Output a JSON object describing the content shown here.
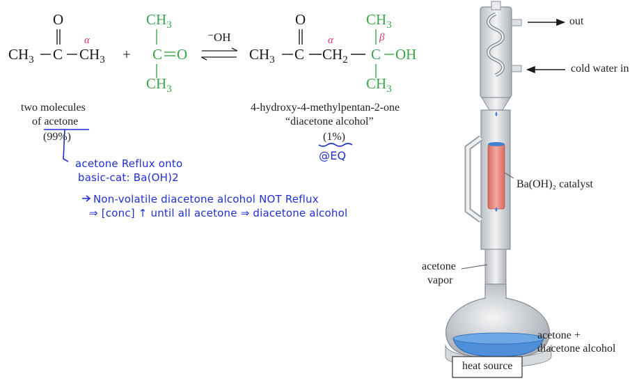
{
  "reaction": {
    "reactant1": {
      "o": "O",
      "ch3_left": "CH",
      "sub3": "3",
      "c": "C",
      "ch3_right": "CH",
      "alpha": "α"
    },
    "plus": "+",
    "reactant2": {
      "ch3_top": "CH",
      "c": "C",
      "eq_o": "O",
      "ch3_bottom": "CH"
    },
    "catalyst": "⁻OH",
    "product": {
      "o": "O",
      "ch3_left": "CH",
      "c": "C",
      "ch2": "CH",
      "sub2": "2",
      "c2": "C",
      "oh": "OH",
      "ch3_top": "CH",
      "ch3_bottom": "CH",
      "alpha": "α",
      "beta": "β"
    }
  },
  "labels": {
    "reactant_line1": "two molecules",
    "reactant_line2_prefix": "of ",
    "reactant_line2_word": "acetone",
    "reactant_pct": "(99%)",
    "product_line1": "4-hydroxy-4-methylpentan-2-one",
    "product_line2": "“diacetone alcohol”",
    "product_pct": "(1%)"
  },
  "handwritten": {
    "eq_note": "@EQ",
    "note1_line1": "acetone Reflux onto",
    "note1_line2": "basic-cat: Ba(OH)2",
    "note2_line1": "Non-volatile diacetone alcohol NOT Reflux",
    "note2_line2": "⇒ [conc] ↑ until all acetone ⇒ diacetone alcohol"
  },
  "apparatus": {
    "out_label": "out",
    "cold_water_label": "cold water in",
    "catalyst_label": "Ba(OH)₂ catalyst",
    "vapor_line1": "acetone",
    "vapor_line2": "vapor",
    "liquid_line1": "acetone +",
    "liquid_line2": "diacetone alcohol",
    "heat_label": "heat source"
  },
  "colors": {
    "green": "#3aa64a",
    "pink": "#d6337a",
    "ink": "#1f2fd6",
    "liquid": "#4f8fd9",
    "catalyst": "#e58a80"
  }
}
